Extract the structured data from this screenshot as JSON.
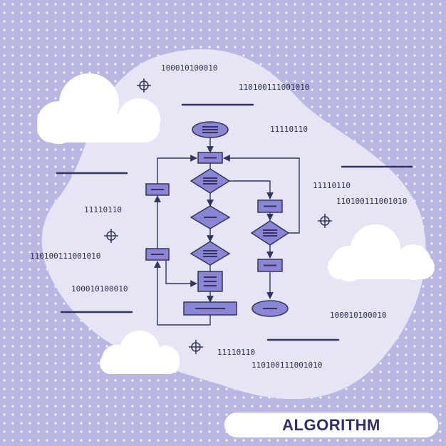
{
  "title": "ALGORITHM",
  "colors": {
    "background": "#b9b6e3",
    "blob": "#e6e5f6",
    "node_fill": "#8a85d4",
    "outline": "#35335e",
    "cloud": "#ffffff"
  },
  "binary_labels": {
    "b1": "100010100010",
    "b2": "110100111001010",
    "b3": "11110110",
    "b4": "11110110",
    "b5": "11110110",
    "b6": "110100111001010",
    "b7": "110100111001010",
    "b8": "100010100010",
    "b9": "100010100010",
    "b10": "11110110",
    "b11": "110100111001010"
  },
  "icons": [
    "crosshair-icon",
    "cloud-icon",
    "ellipse-node",
    "process-node",
    "decision-node"
  ]
}
